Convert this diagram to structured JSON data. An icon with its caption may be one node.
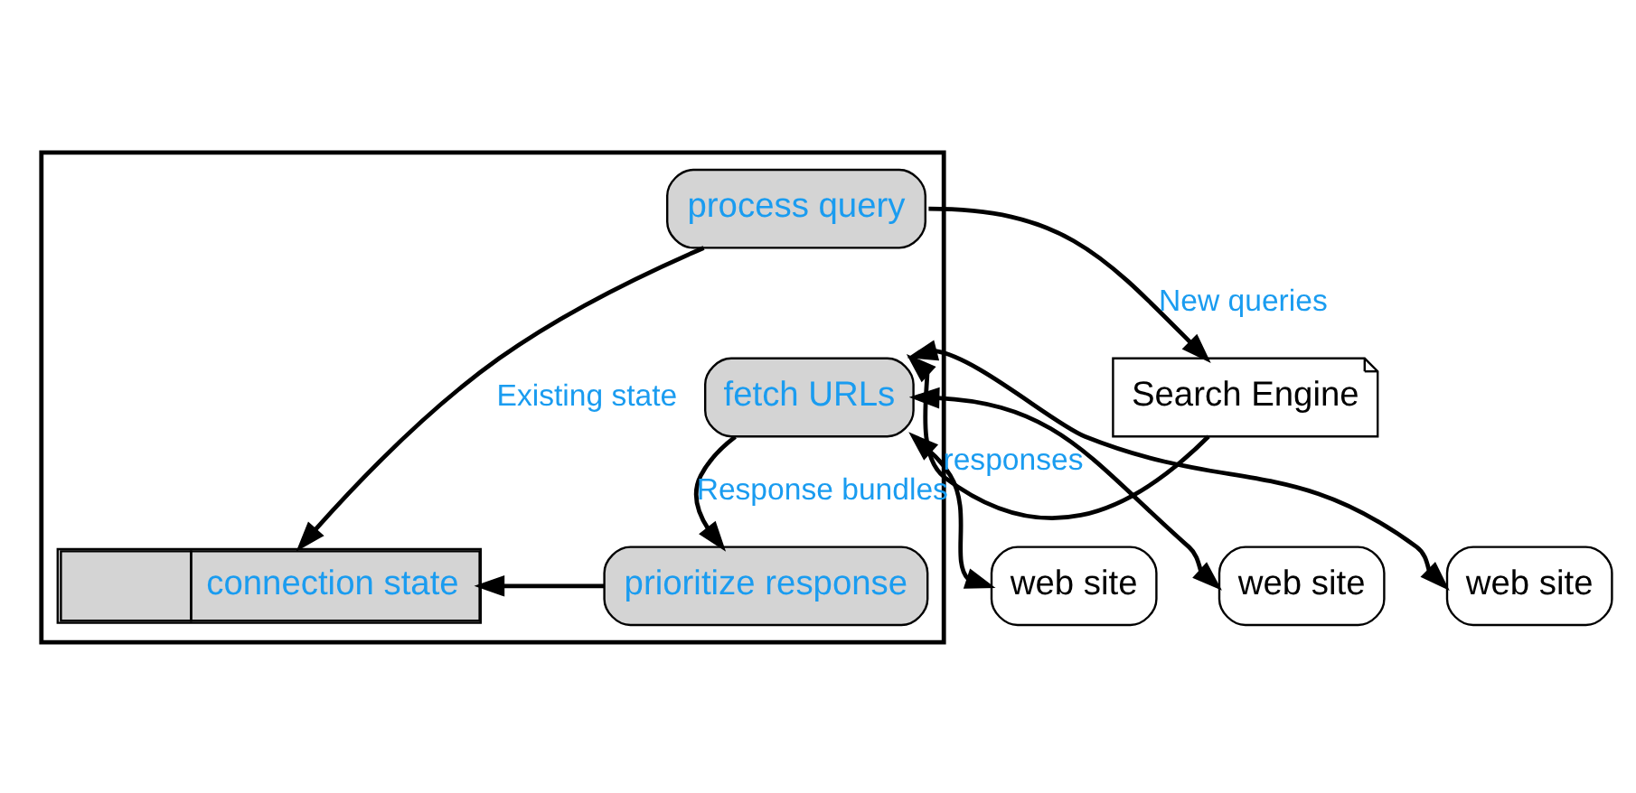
{
  "diagram": {
    "nodes": [
      {
        "text": [],
        "shape": "box"
      },
      {
        "text": [
          "process query"
        ],
        "in": 0
      },
      {
        "text": [
          "Search Engine"
        ]
      },
      {
        "text": [
          "fetch URLs"
        ],
        "in": 0
      },
      {
        "text": [
          "prioritize response"
        ],
        "in": 0
      },
      {
        "text": [
          "connection state"
        ],
        "in": 0
      },
      {
        "text": [
          "web site"
        ]
      },
      {
        "text": [
          "web site"
        ]
      },
      {
        "text": [
          "web site"
        ]
      }
    ],
    "edges": [
      {
        "from": 1,
        "to": 2,
        "arrow": "to",
        "label": "New queries"
      },
      {
        "from": 2,
        "to": 3,
        "arrow": "to",
        "label": "responses"
      },
      {
        "from": 1,
        "to": 5,
        "arrow": "to",
        "label": "Existing state"
      },
      {
        "from": 3,
        "to": 4,
        "arrow": "to",
        "label": "Response bundles"
      },
      {
        "from": 4,
        "to": 5,
        "arrow": "to"
      },
      {
        "from": 3,
        "to": 6,
        "arrow": "both"
      },
      {
        "from": 3,
        "to": 7,
        "arrow": "both"
      },
      {
        "from": 3,
        "to": 8,
        "arrow": "both"
      }
    ]
  }
}
